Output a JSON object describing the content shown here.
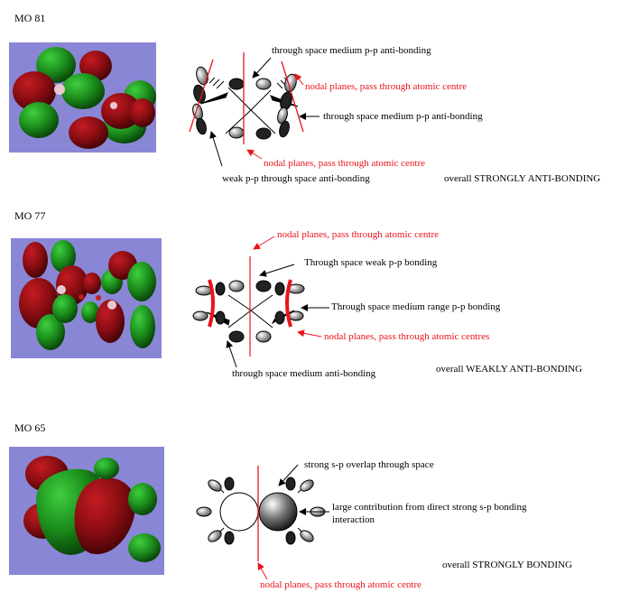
{
  "panels": [
    {
      "title": "MO 81",
      "labels": {
        "top": "through space medium p-p anti-bonding",
        "nodal_right": "nodal planes, pass through atomic centre",
        "right": "through space medium p-p anti-bonding",
        "nodal_bottom": "nodal planes, pass through atomic centre",
        "bottom": "weak p-p through space anti-bonding",
        "overall": "overall STRONGLY ANTI-BONDING"
      }
    },
    {
      "title": "MO 77",
      "labels": {
        "nodal_top": "nodal planes, pass through atomic centre",
        "top": "Through space weak p-p bonding",
        "right": "Through space medium range p-p bonding",
        "nodal_right": "nodal planes, pass through atomic centres",
        "bottom": "through space medium anti-bonding",
        "overall": "overall WEAKLY ANTI-BONDING"
      }
    },
    {
      "title": "MO 65",
      "labels": {
        "top": "strong s-p overlap through space",
        "right_line1": "large contribution from direct strong s-p bonding",
        "right_line2": "interaction",
        "overall": "overall STRONGLY BONDING",
        "nodal_bottom": "nodal planes, pass through atomic centre"
      }
    }
  ],
  "colors": {
    "render_bg": "#8a86d6",
    "lobe_green": "#1f8a1f",
    "lobe_red": "#8a0f14",
    "annotation_red": "#e8141b"
  }
}
